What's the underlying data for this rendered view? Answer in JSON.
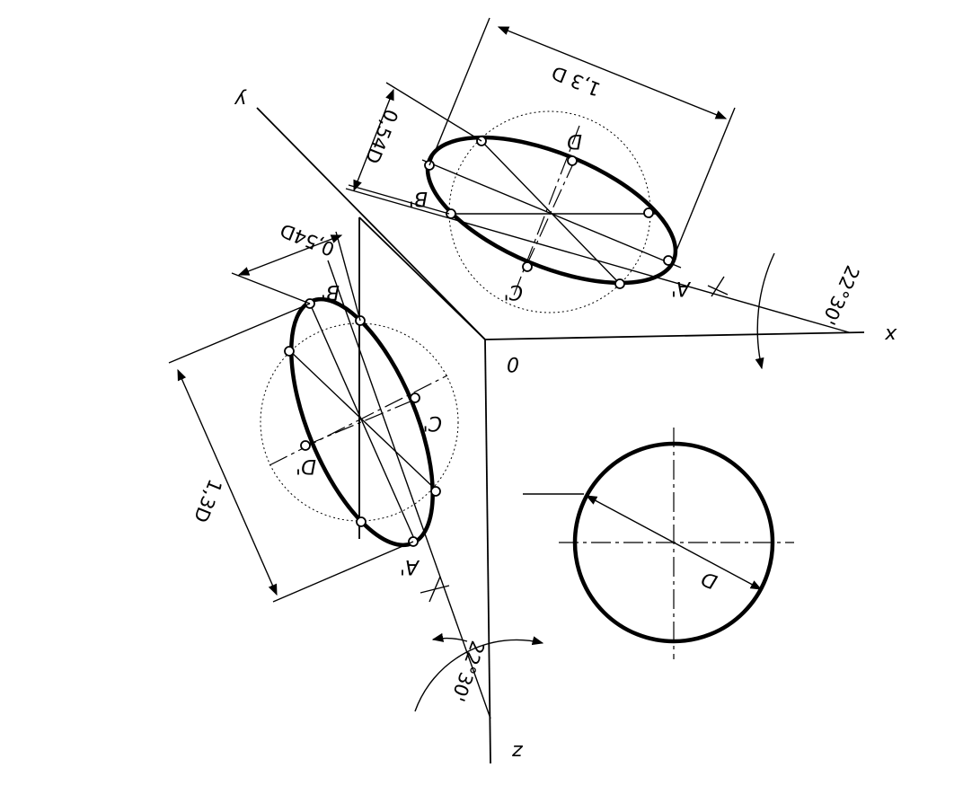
{
  "axes": {
    "x": "x",
    "y": "y",
    "z": "z",
    "origin": "0"
  },
  "top_ellipse": {
    "dim_major": "1,3 D",
    "dim_minor": "0,54D",
    "points": [
      "A'",
      "B'",
      "C'",
      "D"
    ]
  },
  "left_ellipse": {
    "dim_major": "1,3D",
    "dim_minor": "0,54D",
    "points": [
      "A'",
      "B'",
      "C'",
      "D'"
    ]
  },
  "circle": {
    "dim": "D"
  },
  "angles": {
    "x_angle": "22°30'",
    "z_angle": "22°30'"
  }
}
